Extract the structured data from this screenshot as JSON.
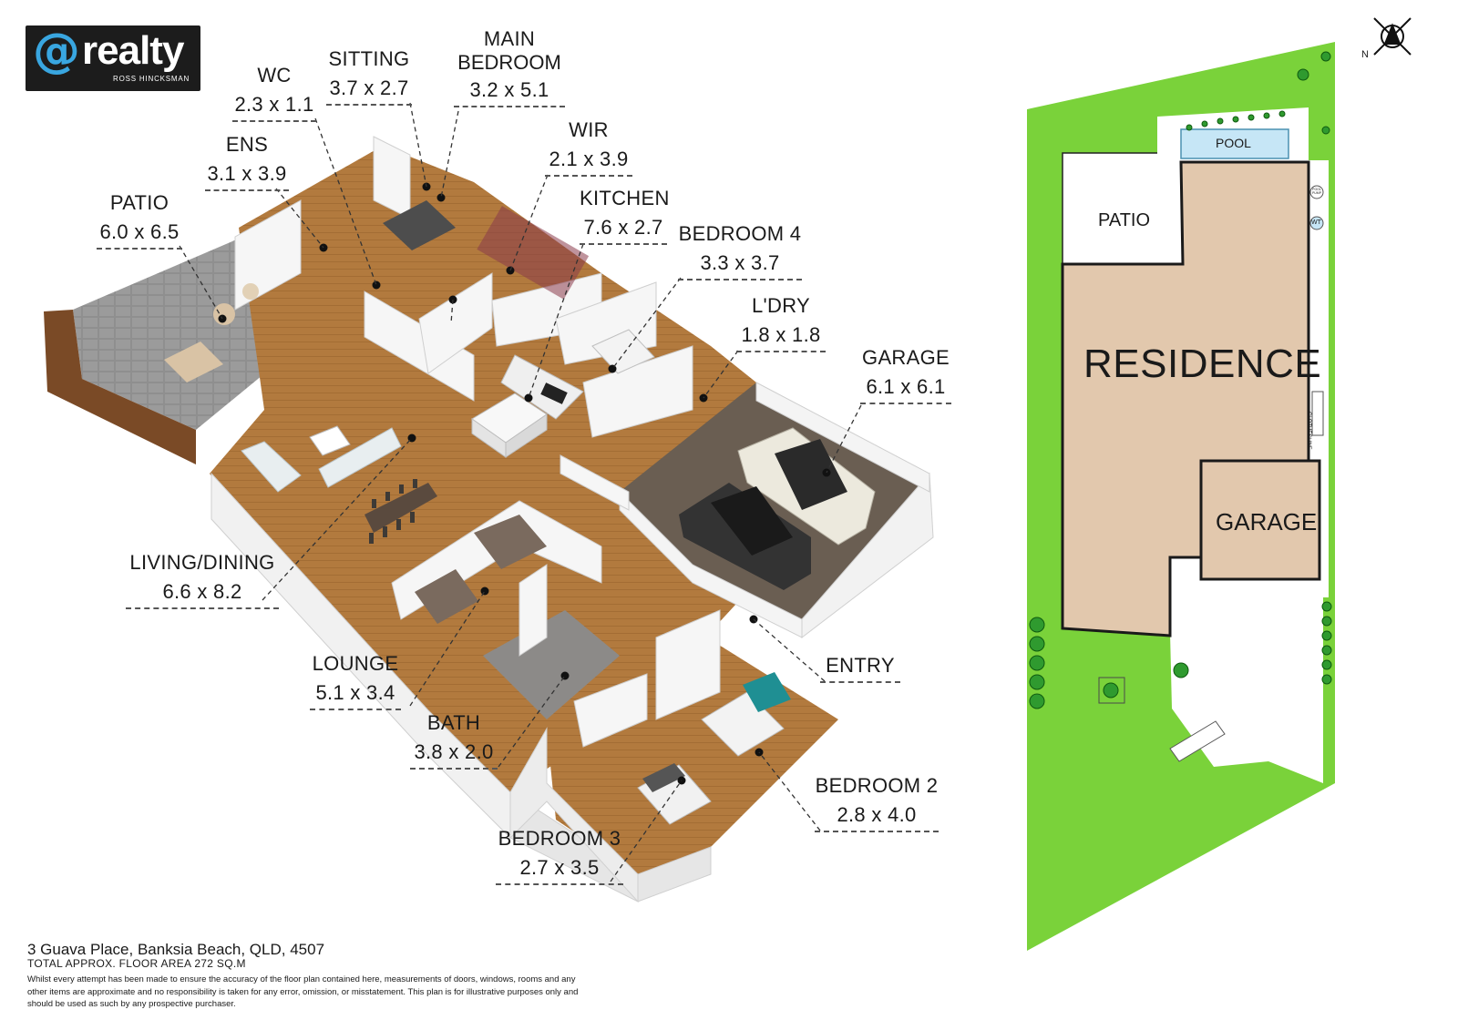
{
  "brand": {
    "logo_at": "@",
    "logo_word": "realty",
    "logo_sub": "ROSS HINCKSMAN"
  },
  "rooms": {
    "patio": {
      "name": "PATIO",
      "dim": "6.0 x 6.5"
    },
    "ens": {
      "name": "ENS",
      "dim": "3.1 x 3.9"
    },
    "wc": {
      "name": "WC",
      "dim": "2.3 x 1.1"
    },
    "sitting": {
      "name": "SITTING",
      "dim": "3.7 x 2.7"
    },
    "main_bedroom": {
      "name": "MAIN",
      "name2": "BEDROOM",
      "dim": "3.2 x 5.1"
    },
    "wir": {
      "name": "WIR",
      "dim": "2.1 x 3.9"
    },
    "kitchen": {
      "name": "KITCHEN",
      "dim": "7.6 x 2.7"
    },
    "bedroom4": {
      "name": "BEDROOM 4",
      "dim": "3.3 x 3.7"
    },
    "laundry": {
      "name": "L'DRY",
      "dim": "1.8 x 1.8"
    },
    "garage": {
      "name": "GARAGE",
      "dim": "6.1 x 6.1"
    },
    "living_dining": {
      "name": "LIVING/DINING",
      "dim": "6.6 x 8.2"
    },
    "lounge": {
      "name": "LOUNGE",
      "dim": "5.1 x 3.4"
    },
    "bath": {
      "name": "BATH",
      "dim": "3.8 x 2.0"
    },
    "entry": {
      "name": "ENTRY"
    },
    "bedroom2": {
      "name": "BEDROOM 2",
      "dim": "2.8 x 4.0"
    },
    "bedroom3": {
      "name": "BEDROOM 3",
      "dim": "2.7 x 3.5"
    }
  },
  "site_plan": {
    "north": "N",
    "pool": "POOL",
    "patio": "PATIO",
    "residence": "RESIDENCE",
    "garage": "GARAGE",
    "pool_pump": "POOL PUMP",
    "water_tank": "WT",
    "clothesline": "CLOTHESLINE"
  },
  "footer": {
    "address": "3 Guava Place, Banksia Beach, QLD, 4507",
    "area": "TOTAL APPROX. FLOOR AREA 272 SQ.M",
    "disclaimer": "Whilst every attempt has been made to ensure the accuracy of the floor plan contained here, measurements of doors, windows, rooms and any other items are approximate and no responsibility is taken for any error, omission, or misstatement. This plan is for illustrative purposes only and should be used as such by any prospective purchaser."
  },
  "colors": {
    "lawn": "#7ad23a",
    "residence": "#e2c8ad",
    "pool": "#c6e6f6",
    "floor_wood": "#b27a3e",
    "patio_tile": "#8e8e8e",
    "garage_floor": "#6a5e52",
    "wall": "#f4f4f4",
    "logo_accent": "#39a6e0"
  }
}
